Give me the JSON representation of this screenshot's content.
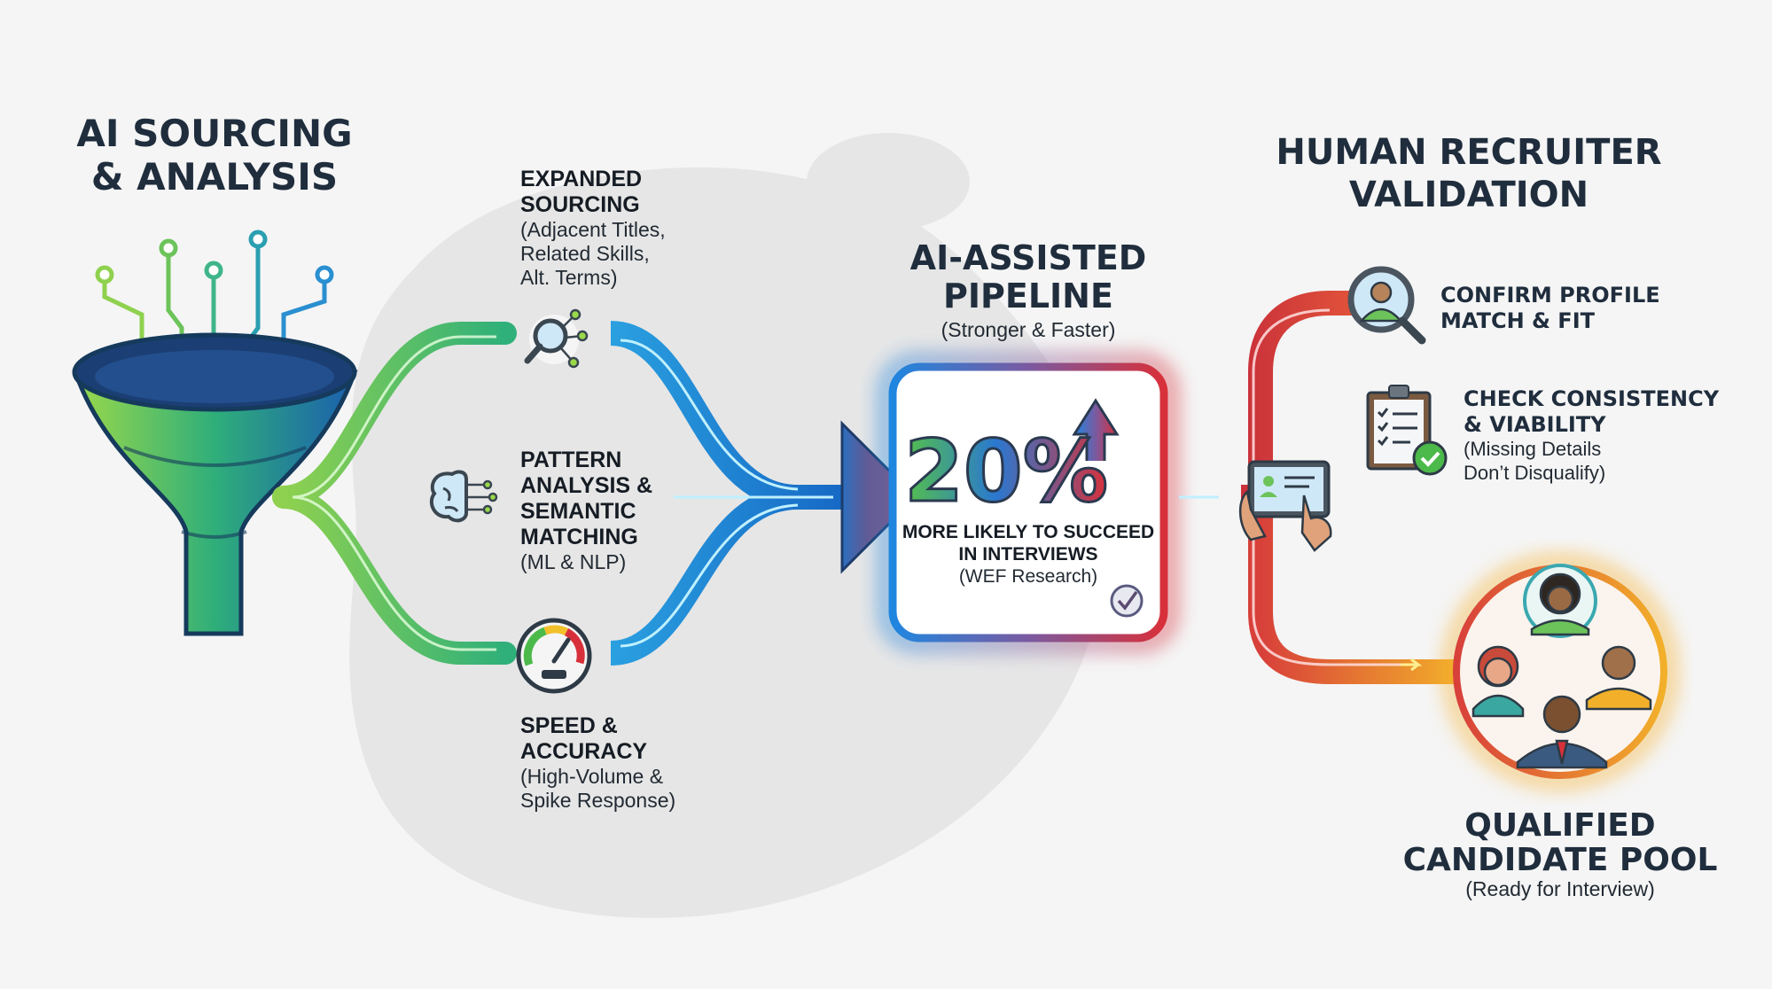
{
  "left_section": {
    "title_line1": "AI SOURCING",
    "title_line2": "& ANALYSIS",
    "steps": [
      {
        "title": [
          "EXPANDED",
          "SOURCING"
        ],
        "detail": [
          "(Adjacent Titles,",
          "Related Skills,",
          "Alt. Terms)"
        ],
        "icon": "magnifier-network-icon"
      },
      {
        "title": [
          "PATTERN",
          "ANALYSIS &",
          "SEMANTIC",
          "MATCHING"
        ],
        "detail": [
          "(ML & NLP)"
        ],
        "icon": "brain-circuit-icon"
      },
      {
        "title": [
          "SPEED &",
          "ACCURACY"
        ],
        "detail": [
          "(High-Volume &",
          "Spike Response)"
        ],
        "icon": "speedometer-icon"
      }
    ]
  },
  "center_section": {
    "title_line1": "AI-ASSISTED",
    "title_line2": "PIPELINE",
    "subtitle": "(Stronger & Faster)",
    "stat_value": "20%",
    "stat_line1": "MORE LIKELY TO SUCCEED",
    "stat_line2": "IN INTERVIEWS",
    "stat_source": "(WEF Research)"
  },
  "right_section": {
    "title_line1": "HUMAN RECRUITER",
    "title_line2": "VALIDATION",
    "checks": [
      {
        "title": [
          "CONFIRM PROFILE",
          "MATCH & FIT"
        ],
        "detail": [],
        "icon": "profile-search-icon"
      },
      {
        "title": [
          "CHECK CONSISTENCY",
          "& VIABILITY"
        ],
        "detail": [
          "(Missing Details",
          "Don’t Disqualify)"
        ],
        "icon": "clipboard-check-icon"
      }
    ],
    "result_line1": "QUALIFIED",
    "result_line2": "CANDIDATE POOL",
    "result_subtitle": "(Ready for Interview)"
  },
  "colors": {
    "green": "#5cc35a",
    "blue": "#1f7fd6",
    "red": "#d13a3a",
    "orange": "#f0a020",
    "ink": "#1f2d3d"
  }
}
